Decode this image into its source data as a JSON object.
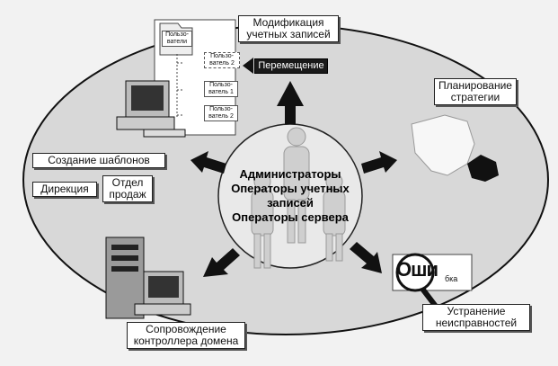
{
  "labels": {
    "modify_accounts": "Модификация\nучетных записей",
    "strategy": "Планирование\nстратегии",
    "templates": "Создание шаблонов",
    "directorate": "Дирекция",
    "sales": "Отдел\nпродаж",
    "dc_support": "Сопровождение\nконтроллера домена",
    "troubleshoot": "Устранение\nнеисправностей",
    "move": "Перемещение"
  },
  "center": {
    "roles": "Администраторы\nОператоры учетных\nзаписей\nОператоры сервера"
  },
  "folder": {
    "main": "Пользо-\nватели",
    "user2_top": "Пользо-\nватель 2",
    "user1": "Пользо-\nватель 1",
    "user2_bottom": "Пользо-\nватель 2"
  },
  "error_label": {
    "big": "Оши",
    "small": "бка"
  },
  "icons": [
    "users-icon",
    "computer-icon",
    "server-icon",
    "map-icon",
    "magnifier-icon",
    "folder-tree-icon"
  ],
  "colors": {
    "background": "#f2f2f2",
    "ellipse": "#dcdcdc",
    "arrow": "#111111",
    "label_bg": "#ffffff"
  }
}
